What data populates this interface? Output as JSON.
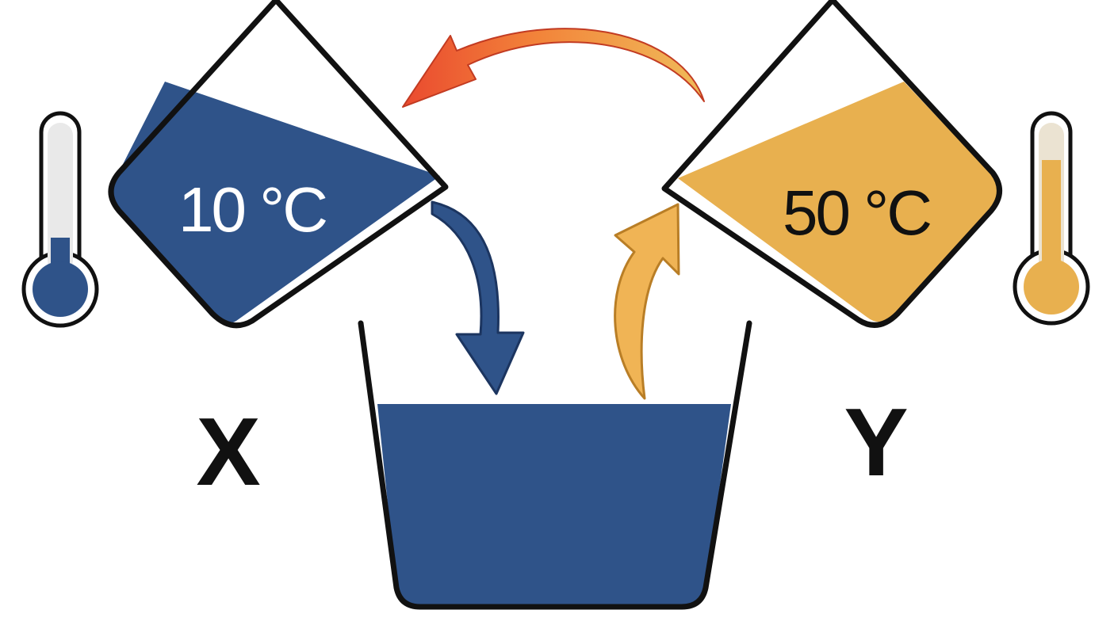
{
  "diagram": {
    "beaker_x": {
      "label": "X",
      "temperature": "10 °C",
      "color": "#2f5389"
    },
    "beaker_y": {
      "label": "Y",
      "temperature": "50 °C",
      "color": "#e8b04f"
    },
    "arrows": {
      "swap_arrow_gradient": [
        "#ea4a2f",
        "#f2a54a",
        "#f0bb5a"
      ],
      "pour_from_x_color": "#2f5389",
      "rise_to_y_color": "#f0b455"
    },
    "container": {
      "fill_color": "#2f5389"
    }
  }
}
